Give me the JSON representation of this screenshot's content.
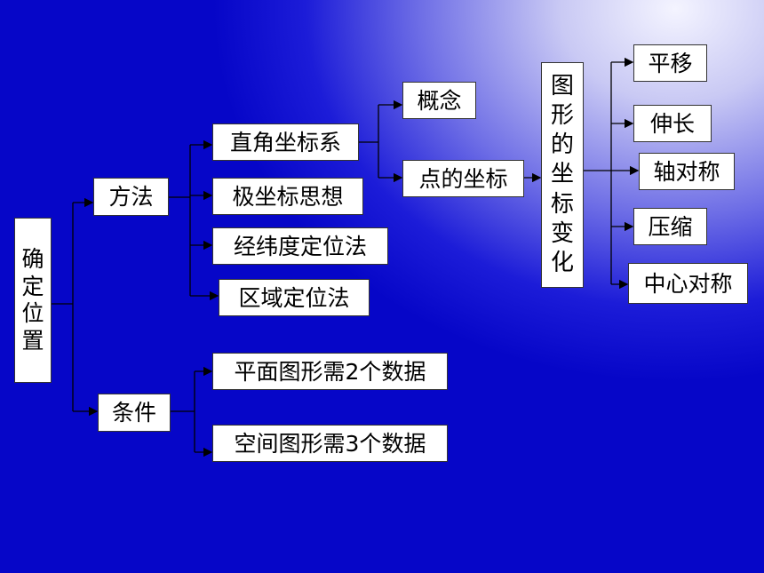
{
  "root": {
    "chars": [
      "确",
      "定",
      "位",
      "置"
    ]
  },
  "branches": {
    "method": "方法",
    "condition": "条件"
  },
  "method_items": {
    "cartesian": "直角坐标系",
    "polar": "极坐标思想",
    "latlong": "经纬度定位法",
    "region": "区域定位法"
  },
  "cartesian_items": {
    "concept": "概念",
    "point_coord": "点的坐标"
  },
  "condition_items": {
    "plane": "平面图形需2个数据",
    "space": "空间图形需3个数据"
  },
  "transform": {
    "chars": [
      "图",
      "形",
      "的",
      "坐",
      "标",
      "变",
      "化"
    ],
    "items": {
      "translate": "平移",
      "stretch": "伸长",
      "symmetry_axis": "轴对称",
      "compress": "压缩",
      "symmetry_center": "中心对称"
    }
  },
  "colors": {
    "background_dark": "#0606c8",
    "background_light": "#f4f4ff",
    "box": "#ffffff",
    "line": "#000000"
  }
}
